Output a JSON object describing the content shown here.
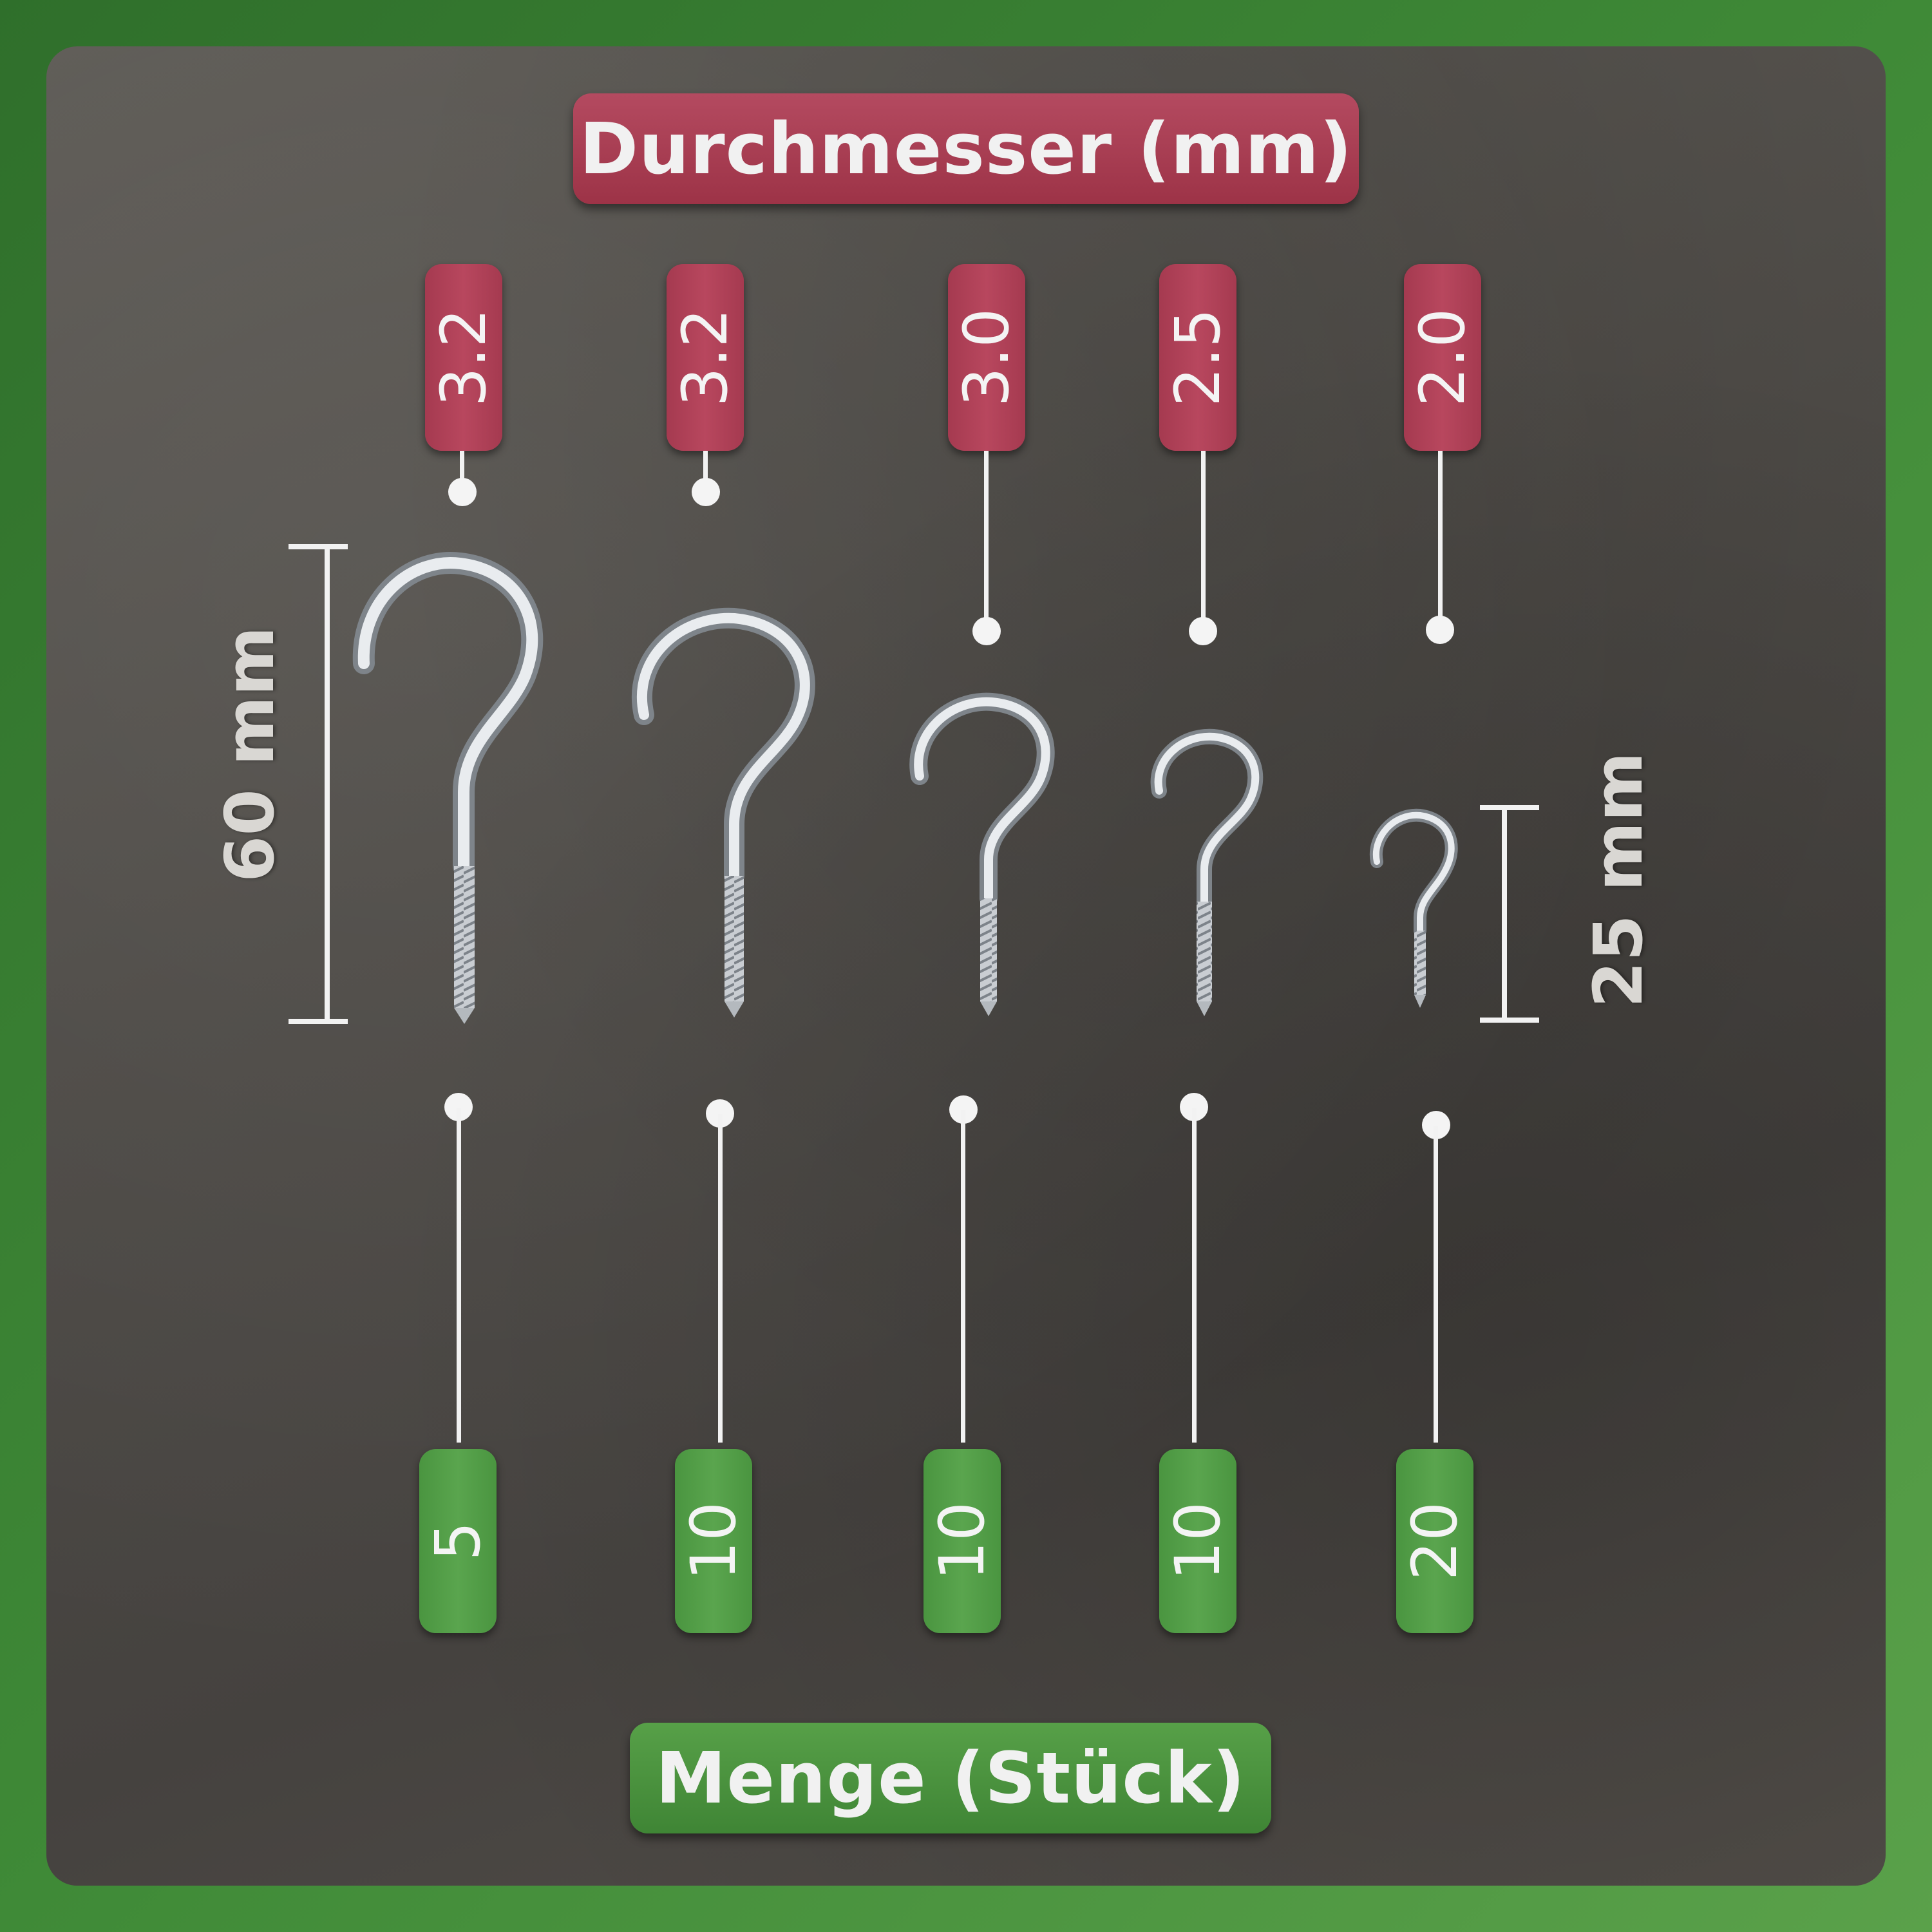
{
  "header": {
    "diameter_title": "Durchmesser (mm)"
  },
  "footer": {
    "quantity_title": "Menge (Stück)"
  },
  "dimensions": {
    "large_length": "60 mm",
    "small_length": "25 mm"
  },
  "hooks": [
    {
      "diameter": "3.2",
      "quantity": "5"
    },
    {
      "diameter": "3.2",
      "quantity": "10"
    },
    {
      "diameter": "3.0",
      "quantity": "10"
    },
    {
      "diameter": "2.5",
      "quantity": "10"
    },
    {
      "diameter": "2.0",
      "quantity": "20"
    }
  ],
  "colors": {
    "diameter_tag": "#a53a50",
    "quantity_tag": "#4a9540",
    "hook_metal": "#d7dade"
  }
}
